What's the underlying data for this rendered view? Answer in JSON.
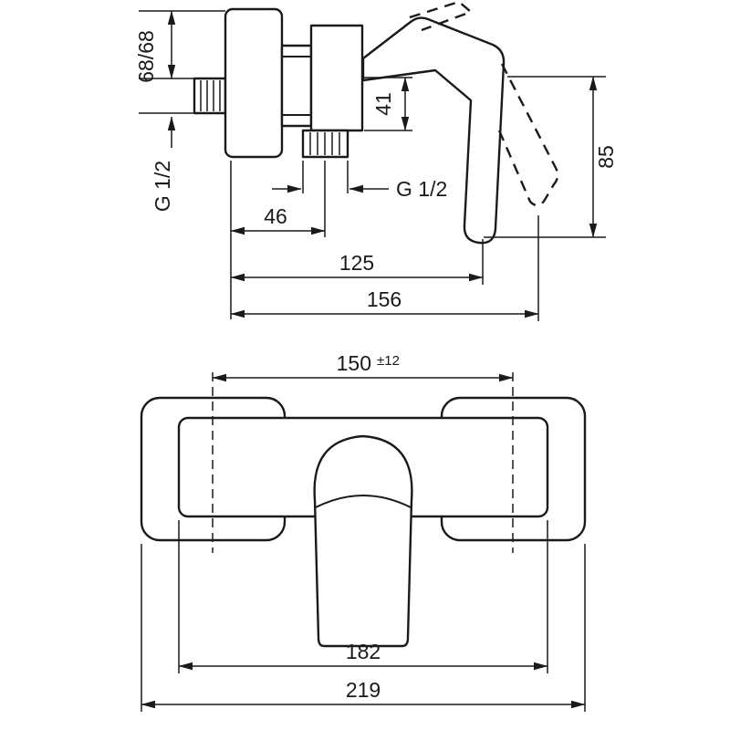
{
  "page": {
    "background": "#ffffff",
    "line_color": "#1a1a1a",
    "type": "technical-dimension-drawing",
    "subject": "wall-mounted single-lever shower mixer, side view and front view"
  },
  "drawing": {
    "side": {
      "offset_68": "68/68",
      "inlet_thread": "G 1/2",
      "outlet_thread": "G 1/2",
      "outlet_drop": "41",
      "handle_height": "85",
      "outlet_depth": "46",
      "body_depth": "125",
      "total_depth": "156"
    },
    "front": {
      "spacing": "150",
      "spacing_tol": "±12",
      "body_width": "182",
      "overall_width": "219"
    }
  }
}
